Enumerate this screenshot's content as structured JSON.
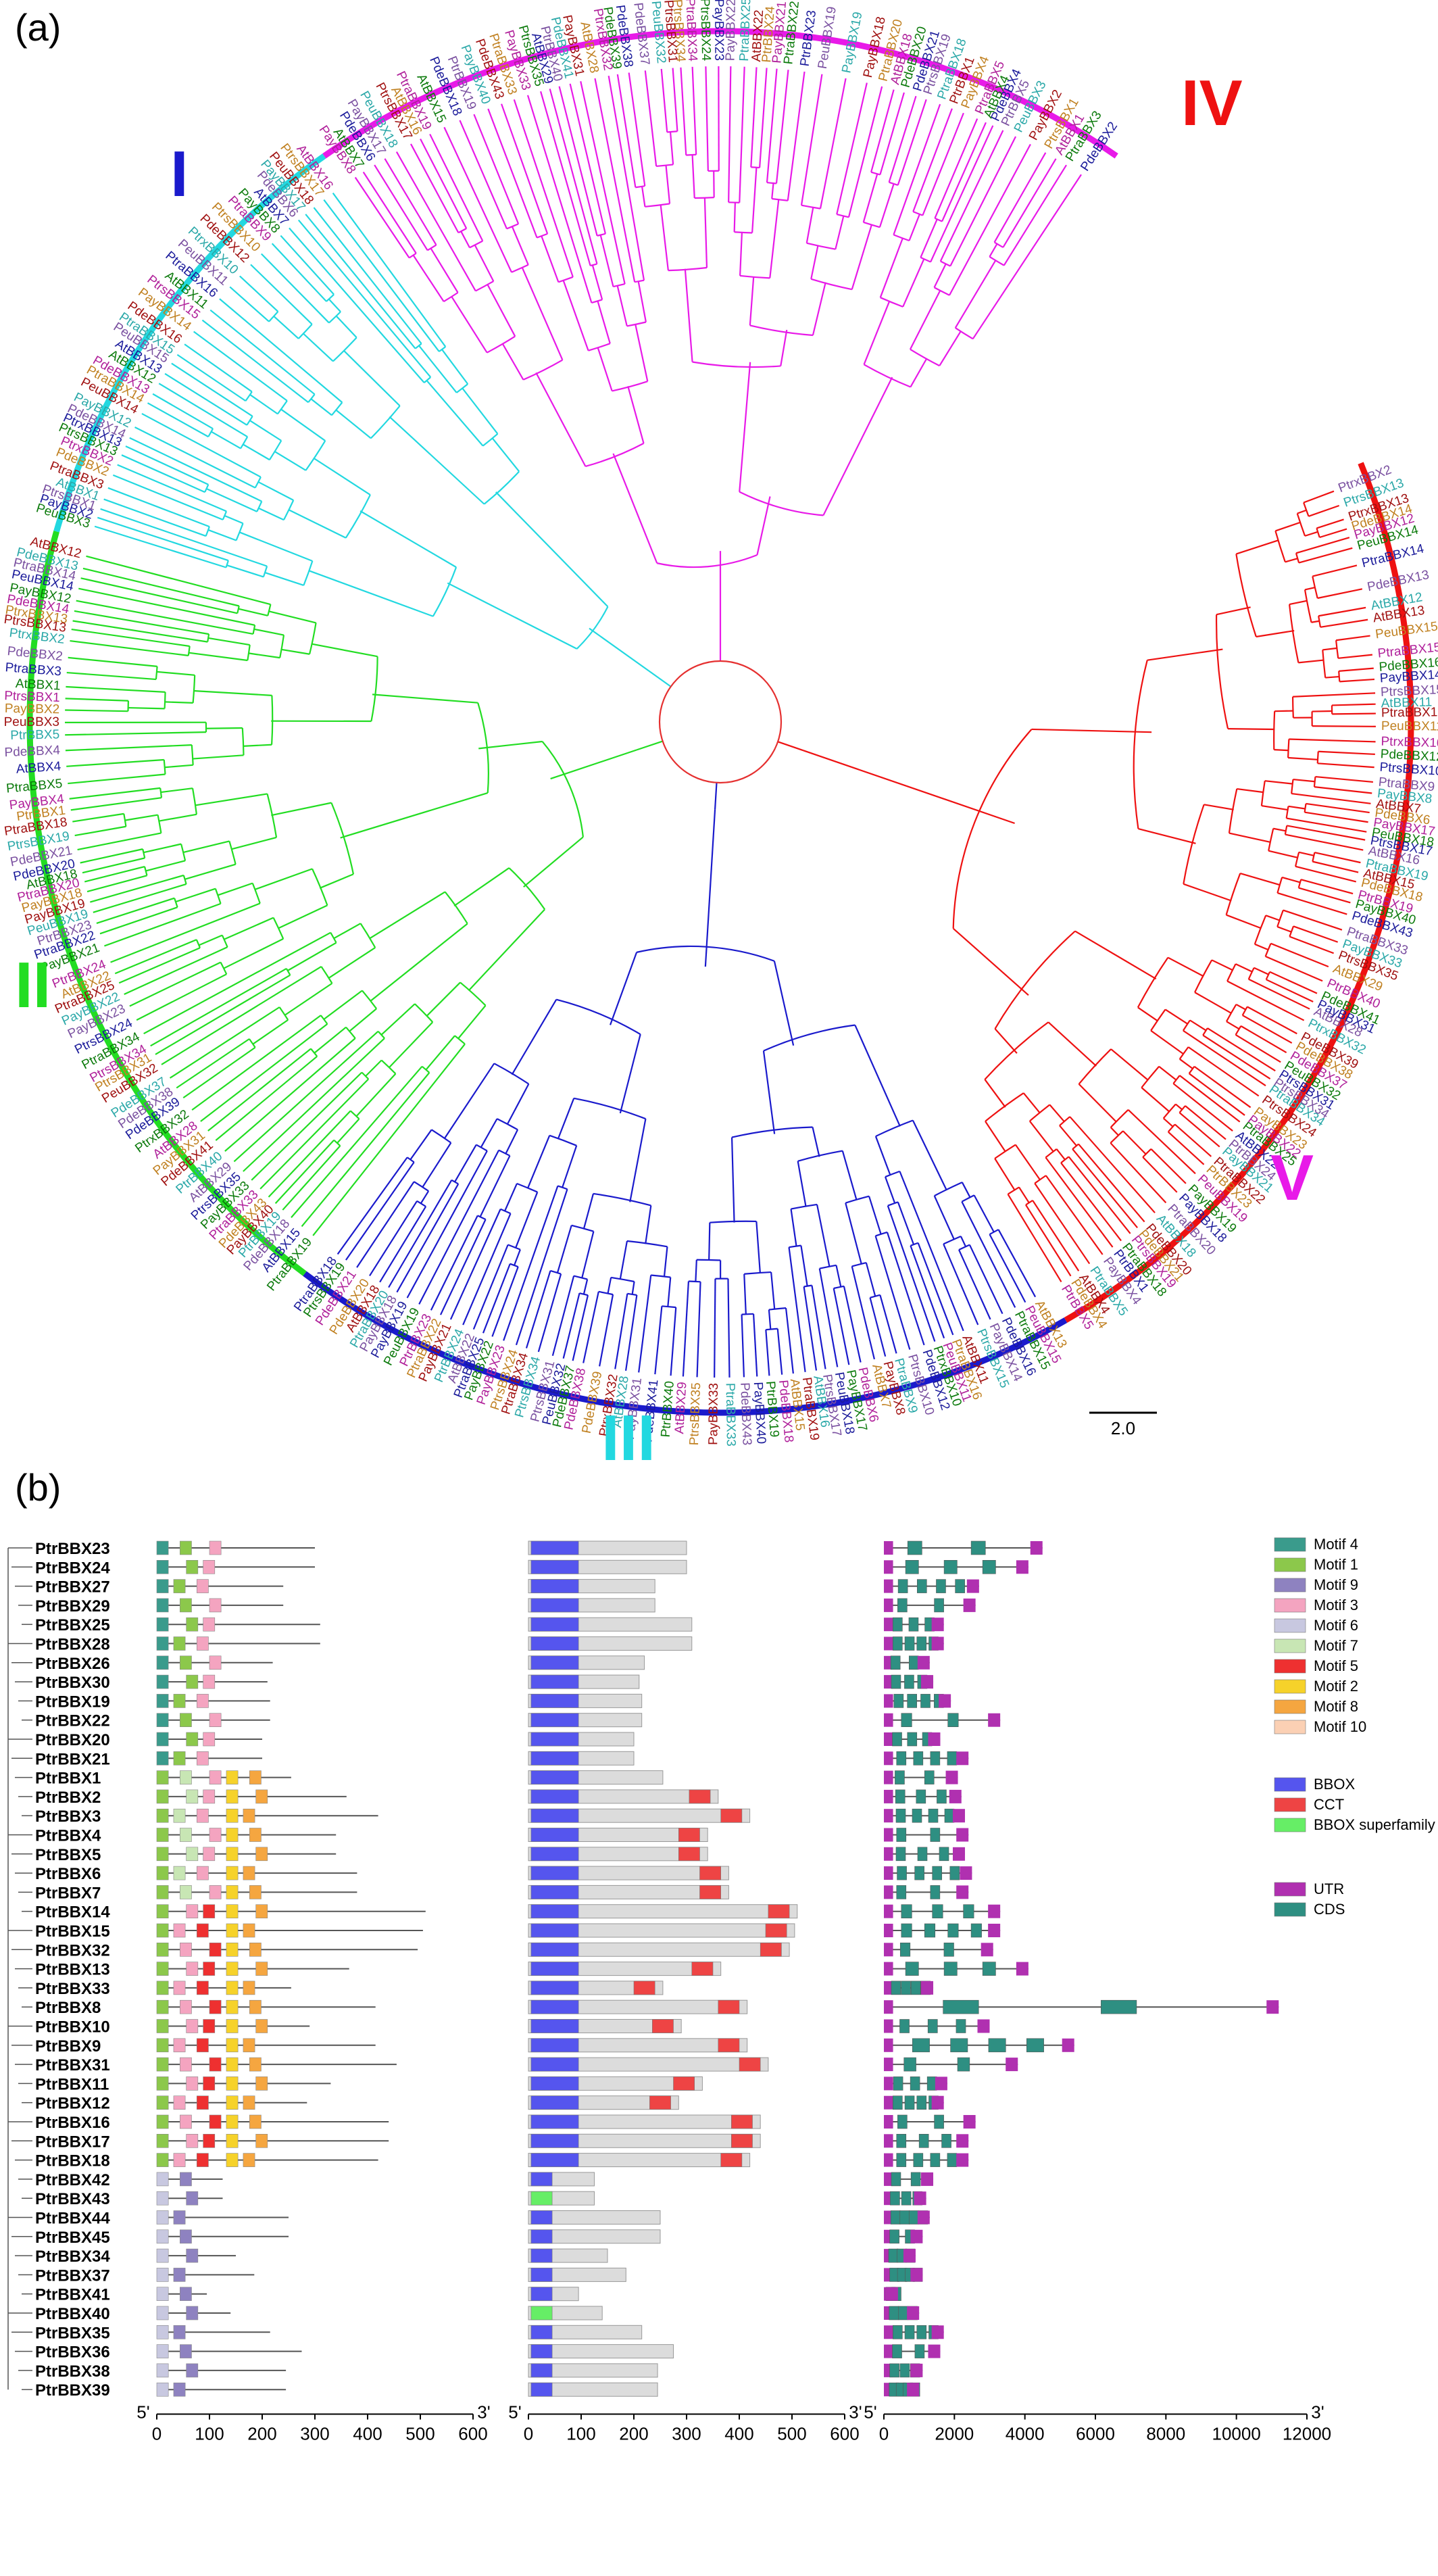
{
  "panel_a": {
    "label": "(a)",
    "scale_value": "2.0",
    "clades": [
      {
        "id": "I",
        "color": "#1a1acc",
        "start": 233,
        "end": 300
      },
      {
        "id": "II",
        "color": "#22dd22",
        "start": 164,
        "end": 233
      },
      {
        "id": "III",
        "color": "#22d8e0",
        "start": 125,
        "end": 164
      },
      {
        "id": "IV",
        "color": "#ee1111",
        "start": 300,
        "end": 382
      },
      {
        "id": "V",
        "color": "#e81ae8",
        "start": 55,
        "end": 125
      }
    ],
    "leaf_samples": [
      "PtraBBX18",
      "PtrsBBX19",
      "PdeBBX21",
      "PdeBBX20",
      "AtBBX18",
      "PtraBBX20",
      "PayBBX18",
      "PayBBX19",
      "PeuBBX19",
      "PtrBBX23",
      "PtraBBX22",
      "PayBBX21",
      "PtrBBX24",
      "AtBBX22",
      "PtraBBX25",
      "PayBBX22",
      "PayBBX23",
      "PtrsBBX24",
      "PtraBBX34",
      "PtrsBBX34",
      "PtrsBBX31",
      "PeuBBX32",
      "PdeBBX37",
      "PdeBBX38",
      "PdeBBX39",
      "PtrxBBX32",
      "AtBBX28",
      "PayBBX31",
      "PdeBBX41",
      "PtrBBX40",
      "AtBBX29",
      "PtrsBBX35",
      "PayBBX33",
      "PtraBBX33",
      "PdeBBX43",
      "PayBBX40",
      "PtrBBX19",
      "PdeBBX18",
      "AtBBX15",
      "PtraBBX19",
      "AtBBX16",
      "PtrsBBX17",
      "PeuBBX18",
      "PayBBX17",
      "PdeBBX6",
      "AtBBX7",
      "PayBBX8",
      "PtraBBX9",
      "PtrsBBX10",
      "PdeBBX12",
      "PtrxBBX10",
      "PeuBBX11",
      "PtraBBX16",
      "AtBBX11",
      "PtrsBBX15",
      "PayBBX14",
      "PdeBBX16",
      "PtraBBX15",
      "PeuBBX15",
      "AtBBX13",
      "AtBBX12",
      "PdeBBX13",
      "PtraBBX14",
      "PeuBBX14",
      "PayBBX12",
      "PdeBBX14",
      "PtrxBBX13",
      "PtrsBBX13",
      "PtrxBBX2",
      "PdeBBX2",
      "PtraBBX3",
      "AtBBX1",
      "PtrsBBX1",
      "PayBBX2",
      "PeuBBX3",
      "PtrBBX5",
      "PdeBBX4",
      "AtBBX4",
      "PtraBBX5",
      "PayBBX4",
      "PtrBBX1"
    ]
  },
  "panel_b": {
    "label": "(b)",
    "gene_names": [
      "PtrBBX23",
      "PtrBBX24",
      "PtrBBX27",
      "PtrBBX29",
      "PtrBBX25",
      "PtrBBX28",
      "PtrBBX26",
      "PtrBBX30",
      "PtrBBX19",
      "PtrBBX22",
      "PtrBBX20",
      "PtrBBX21",
      "PtrBBX1",
      "PtrBBX2",
      "PtrBBX3",
      "PtrBBX4",
      "PtrBBX5",
      "PtrBBX6",
      "PtrBBX7",
      "PtrBBX14",
      "PtrBBX15",
      "PtrBBX32",
      "PtrBBX13",
      "PtrBBX33",
      "PtrBBX8",
      "PtrBBX10",
      "PtrBBX9",
      "PtrBBX31",
      "PtrBBX11",
      "PtrBBX12",
      "PtrBBX16",
      "PtrBBX17",
      "PtrBBX18",
      "PtrBBX42",
      "PtrBBX43",
      "PtrBBX44",
      "PtrBBX45",
      "PtrBBX34",
      "PtrBBX37",
      "PtrBBX41",
      "PtrBBX40",
      "PtrBBX35",
      "PtrBBX36",
      "PtrBBX38",
      "PtrBBX39"
    ],
    "protein_lengths": [
      300,
      300,
      240,
      240,
      310,
      310,
      220,
      210,
      215,
      215,
      200,
      200,
      255,
      360,
      420,
      340,
      340,
      380,
      380,
      510,
      505,
      495,
      365,
      255,
      415,
      290,
      415,
      455,
      330,
      285,
      440,
      440,
      420,
      125,
      125,
      250,
      250,
      150,
      185,
      95,
      140,
      215,
      275,
      245,
      245
    ],
    "gene_lengths": [
      4500,
      4100,
      2700,
      2600,
      1700,
      1700,
      1300,
      1400,
      1900,
      3300,
      1600,
      2400,
      2100,
      2200,
      2300,
      2400,
      2300,
      2500,
      2400,
      3300,
      3300,
      3100,
      4100,
      1400,
      11200,
      3000,
      5400,
      3800,
      1800,
      1700,
      2600,
      2400,
      2400,
      1400,
      1200,
      1300,
      1100,
      900,
      1100,
      400,
      1000,
      1700,
      1600,
      1100,
      1000
    ],
    "motif_legend": [
      {
        "name": "Motif 4",
        "color": "#3a9b8c"
      },
      {
        "name": "Motif 1",
        "color": "#8cc84b"
      },
      {
        "name": "Motif 9",
        "color": "#8e82c0"
      },
      {
        "name": "Motif 3",
        "color": "#f4a4c0"
      },
      {
        "name": "Motif 6",
        "color": "#c8c8e0"
      },
      {
        "name": "Motif 7",
        "color": "#c8e6b4"
      },
      {
        "name": "Motif 5",
        "color": "#ee3030"
      },
      {
        "name": "Motif 2",
        "color": "#f6d22a"
      },
      {
        "name": "Motif 8",
        "color": "#f5a640"
      },
      {
        "name": "Motif 10",
        "color": "#fbd0b4"
      }
    ],
    "domain_legend": [
      {
        "name": "BBOX",
        "color": "#5555ee"
      },
      {
        "name": "CCT",
        "color": "#ee4444"
      },
      {
        "name": "BBOX superfamily",
        "color": "#66ee66"
      }
    ],
    "structure_legend": [
      {
        "name": "UTR",
        "color": "#b030b0"
      },
      {
        "name": "CDS",
        "color": "#2e8f82"
      }
    ],
    "axis_motif": {
      "ticks": [
        "0",
        "100",
        "200",
        "300",
        "400",
        "500",
        "600"
      ],
      "left": "5'",
      "right": "3'"
    },
    "axis_domain": {
      "ticks": [
        "0",
        "100",
        "200",
        "300",
        "400",
        "500",
        "600"
      ],
      "left": "5'",
      "right": "3'"
    },
    "axis_gene": {
      "ticks": [
        "0",
        "2000",
        "4000",
        "6000",
        "8000",
        "10000",
        "12000"
      ],
      "left": "5'",
      "right": "3'"
    }
  }
}
